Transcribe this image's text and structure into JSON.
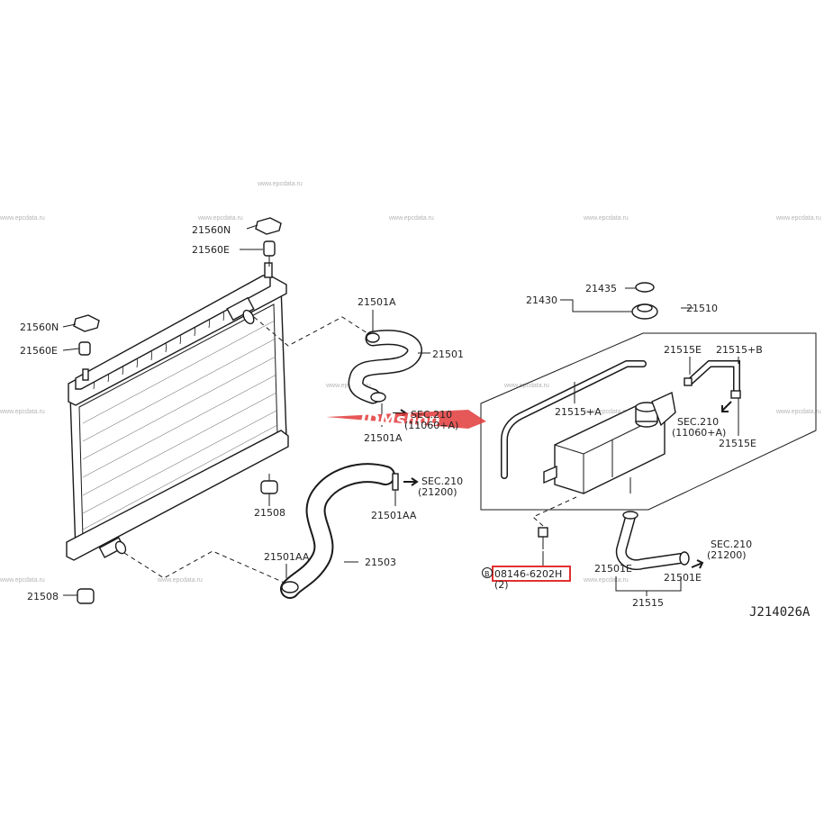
{
  "watermark_text": "www.epcdata.ru",
  "diagram_ref": "J214026A",
  "logo": {
    "text": "JDMshop",
    "color": "#e23a3a"
  },
  "labels": {
    "p21560N_top": "21560N",
    "p21560E_top": "21560E",
    "p21560N_left": "21560N",
    "p21560E_left": "21560E",
    "p21508_mid": "21508",
    "p21508_bottom": "21508",
    "p21501A_top": "21501A",
    "p21501": "21501",
    "p21501A_bottom": "21501A",
    "sec210_a": "SEC.210",
    "sec210_a_sub": "(11060+A)",
    "p21501AA_right": "21501AA",
    "sec210_b": "SEC.210",
    "sec210_b_sub": "(21200)",
    "p21501AA_left": "21501AA",
    "p21503": "21503",
    "p21435": "21435",
    "p21430": "21430",
    "p21510": "21510",
    "p21515E_top": "21515E",
    "p21515B": "21515+B",
    "p21515A": "21515+A",
    "sec210_c": "SEC.210",
    "sec210_c_sub": "(11060+A)",
    "p21515E_right": "21515E",
    "bolt_circle": "B",
    "bolt_part": "08146-6202H",
    "bolt_qty": "(2)",
    "p21501E_left": "21501E",
    "p21501E_right": "21501E",
    "sec210_d": "SEC.210",
    "sec210_d_sub": "(21200)",
    "p21515": "21515"
  },
  "colors": {
    "highlight": "#e03030",
    "line": "#1a1a1a"
  }
}
